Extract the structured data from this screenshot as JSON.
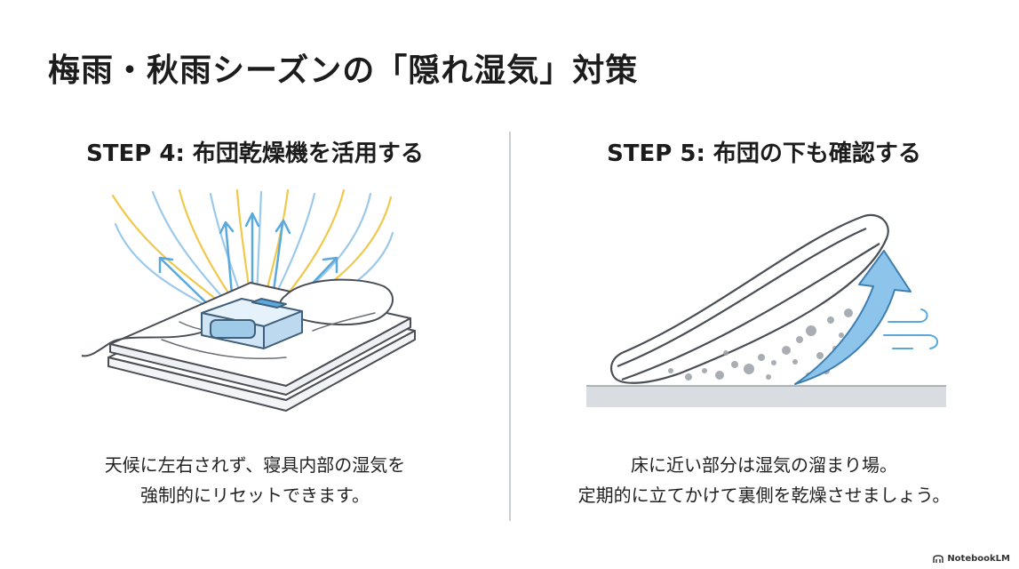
{
  "title": "梅雨・秋雨シーズンの「隠れ湿気」対策",
  "steps": [
    {
      "heading": "STEP 4: 布団乾燥機を活用する",
      "lines": [
        "天候に左右されず、寝具内部の湿気を",
        "強制的にリセットできます。"
      ],
      "icon": "futon-dryer-illustration"
    },
    {
      "heading": "STEP 5: 布団の下も確認する",
      "lines": [
        "床に近い部分は湿気の溜まり場。",
        "定期的に立てかけて裏側を乾燥させましょう。"
      ],
      "icon": "raised-mattress-illustration"
    }
  ],
  "brand": "NotebookLM",
  "colors": {
    "warm_airflow": "#f0c84a",
    "cool_airflow": "#9cc9ea",
    "arrow_blue": "#5aa9de",
    "divider": "#c9ced3"
  }
}
